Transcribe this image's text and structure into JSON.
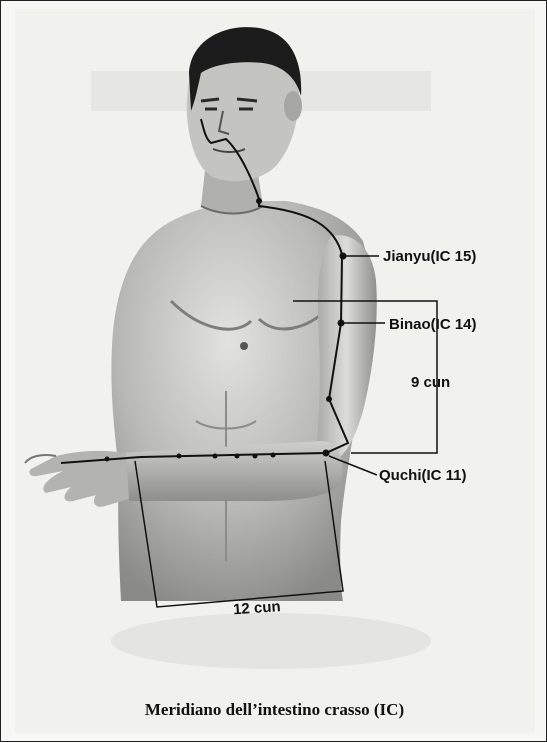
{
  "points": [
    {
      "id": "jianyu",
      "label": "Jianyu(IC 15)"
    },
    {
      "id": "binao",
      "label": "Binao(IC 14)"
    },
    {
      "id": "quchi",
      "label": "Quchi(IC 11)"
    }
  ],
  "measurements": {
    "upper_arm": "9 cun",
    "forearm": "12 cun"
  },
  "caption": "Meridiano dell’intestino crasso (IC)",
  "colors": {
    "ink": "#111111",
    "skin_dark": "#6b6b6b",
    "skin_mid": "#9a9a9a",
    "skin_light": "#c9c9c6",
    "paper": "#f1f1ee"
  }
}
